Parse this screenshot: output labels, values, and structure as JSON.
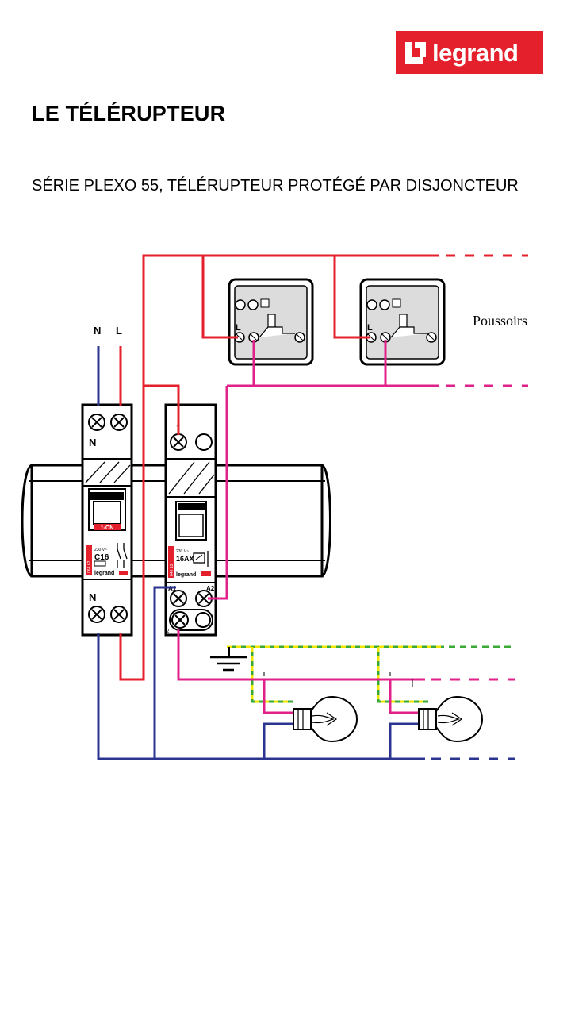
{
  "brand": {
    "name": "legrand",
    "color": "#e4202c"
  },
  "header": {
    "title": "LE TÉLÉRUPTEUR",
    "subtitle": "SÉRIE PLEXO 55, TÉLÉRUPTEUR PROTÉGÉ PAR DISJONCTEUR"
  },
  "diagram": {
    "supply_labels": {
      "neutral": "N",
      "live": "L"
    },
    "pushbuttons_label": "Poussoirs",
    "pushbutton_terminal": "L",
    "breaker": {
      "top_terminal": "N",
      "bottom_terminal": "N",
      "handle_label": "1-ON",
      "voltage": "230 V~",
      "rating": "C16",
      "ref": "064 62",
      "brand": "legrand"
    },
    "relay": {
      "terminal_1": "1",
      "terminal_2": "2",
      "voltage": "230 V~",
      "rating": "16AX",
      "ref": "040 13",
      "coil_a1": "A1",
      "coil_a2": "A2",
      "brand": "legrand"
    },
    "wire_colors": {
      "phase": "#e4202c",
      "neutral": "#2b3590",
      "switched": "#e0218a",
      "earth_green": "#3aa935",
      "earth_yellow": "#f2e500"
    }
  }
}
